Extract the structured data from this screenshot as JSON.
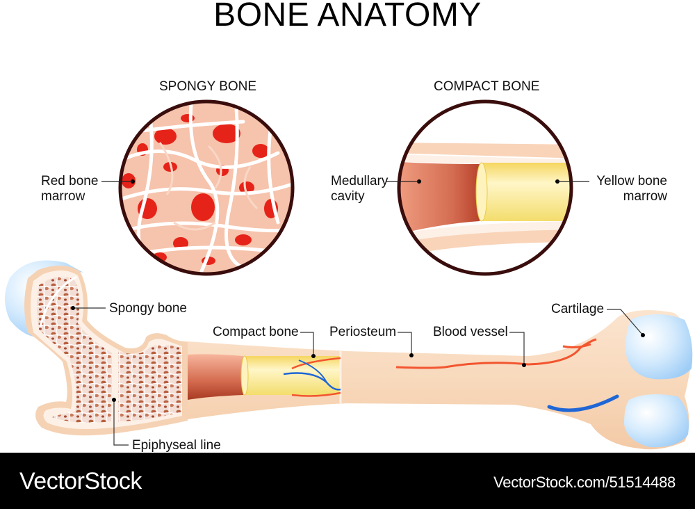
{
  "title": "BONE ANATOMY",
  "insets": {
    "spongy": {
      "title": "SPONGY BONE",
      "labels": {
        "red_marrow_line1": "Red bone",
        "red_marrow_line2": "marrow"
      }
    },
    "compact": {
      "title": "COMPACT BONE",
      "labels": {
        "medullary_line1": "Medullary",
        "medullary_line2": "cavity",
        "yellow_line1": "Yellow bone",
        "yellow_line2": "marrow"
      }
    }
  },
  "bone_labels": {
    "spongy_bone": "Spongy bone",
    "compact_bone": "Compact bone",
    "periosteum": "Periosteum",
    "blood_vessel": "Blood vessel",
    "cartilage": "Cartilage",
    "epiphyseal_line": "Epiphyseal line"
  },
  "colors": {
    "bone": "#f9d9bd",
    "bone_edge": "#f0c8a4",
    "cartilage": "#bfe0fb",
    "red_marrow": "#e8201d",
    "yellow_marrow": "#fbeb9a",
    "medullary": "#d9664a",
    "artery": "#f2552f",
    "vein": "#1f66d6",
    "inset_border": "#3a0d0d"
  },
  "footer": {
    "brand": "VectorStock",
    "reference": "VectorStock.com/51514488"
  }
}
